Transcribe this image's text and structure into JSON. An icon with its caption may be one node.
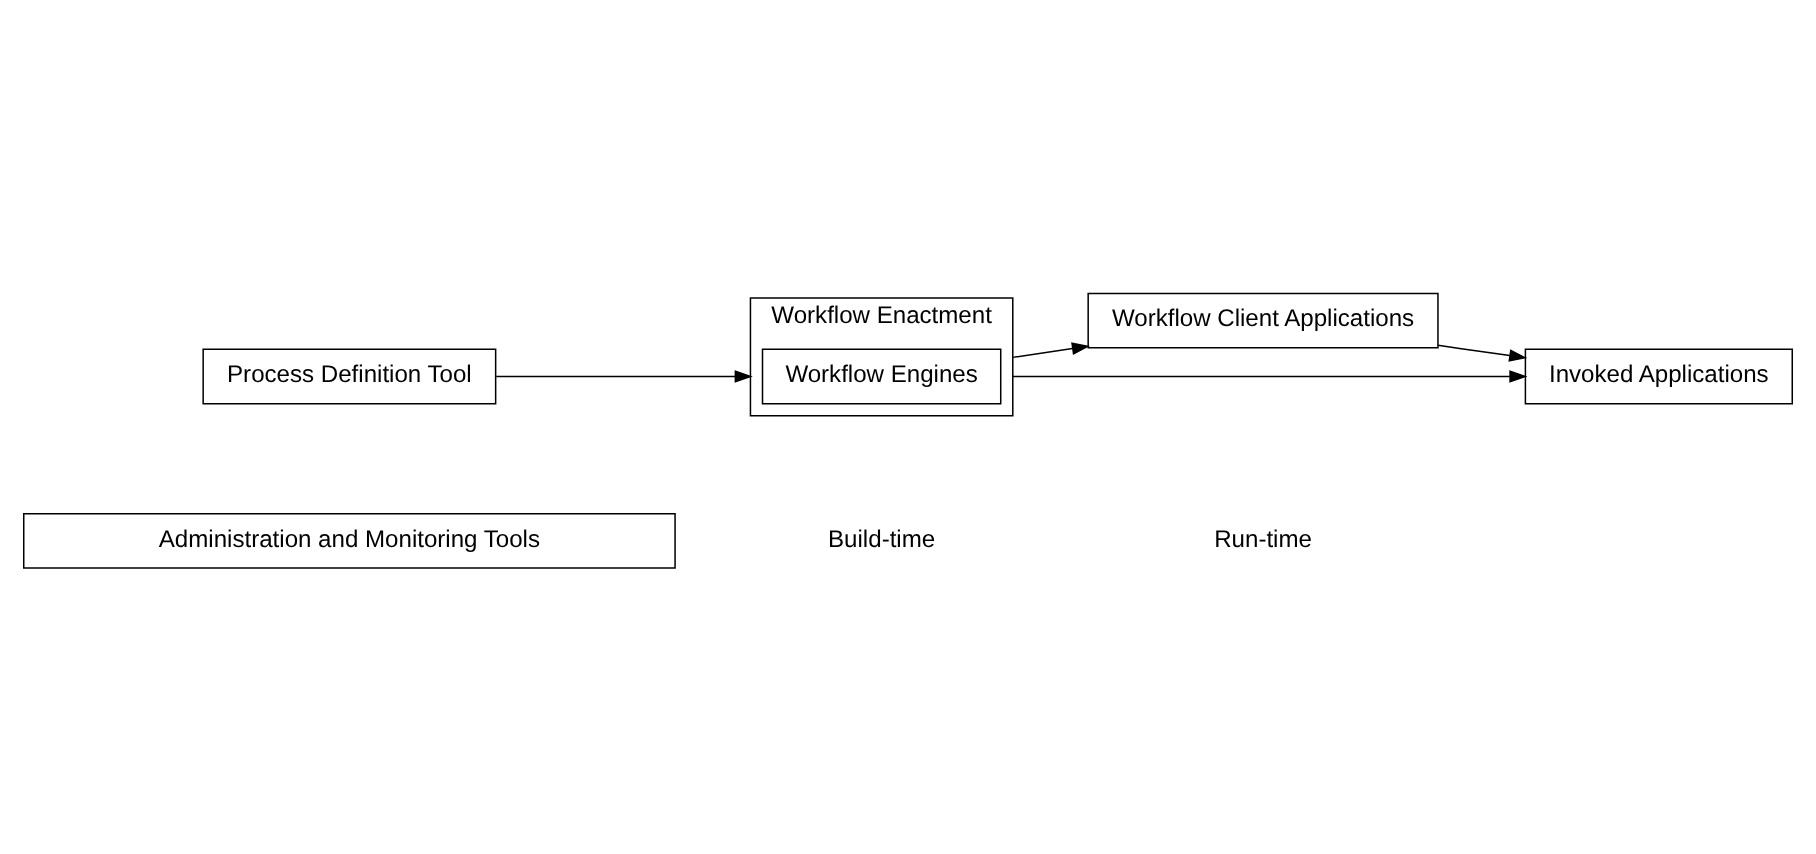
{
  "diagram": {
    "nodes": [
      {
        "text": [
          "Administration and Monitoring Tools"
        ]
      },
      {
        "text": [
          "Process Definition Tool"
        ]
      },
      {
        "text": [
          "Workflow Enactment"
        ]
      },
      {
        "text": [
          "Workflow Engines"
        ],
        "in": 2
      },
      {
        "text": [
          "Workflow Client Applications"
        ]
      },
      {
        "text": [
          "Invoked Applications"
        ]
      }
    ],
    "edges": [
      {
        "from": 1,
        "to": 2,
        "arrow": "to"
      },
      {
        "from": 2,
        "to": 4,
        "arrow": "to"
      },
      {
        "from": 2,
        "to": 5,
        "arrow": "to"
      },
      {
        "from": 4,
        "to": 5,
        "arrow": "to"
      }
    ],
    "labels": [
      "Build-time",
      "Run-time"
    ]
  }
}
